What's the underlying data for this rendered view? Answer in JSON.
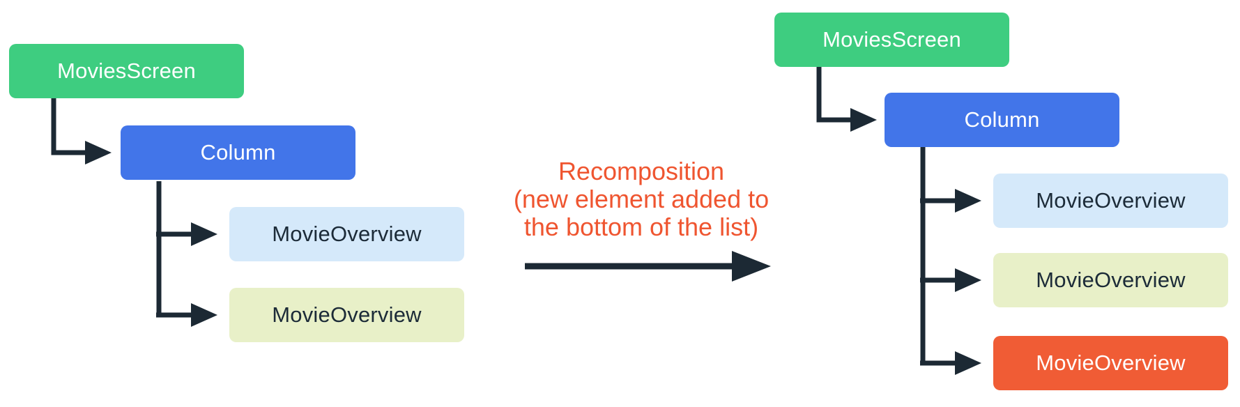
{
  "colors": {
    "green": "#3ECD80",
    "blue": "#4275E9",
    "light_blue": "#D5E9FA",
    "light_yellow": "#E8F0C8",
    "orange": "#F05C35",
    "line": "#1C2934",
    "annotation": "#EF5530",
    "text_light": "#FFFFFF",
    "text_dark": "#1C2B38"
  },
  "annotation": {
    "line1": "Recomposition",
    "line2": "(new element added to",
    "line3": "the bottom of the list)"
  },
  "trees": {
    "left": {
      "nodes": [
        {
          "label": "MoviesScreen",
          "color": "green"
        },
        {
          "label": "Column",
          "color": "blue"
        },
        {
          "label": "MovieOverview",
          "color": "light_blue"
        },
        {
          "label": "MovieOverview",
          "color": "light_yellow"
        }
      ]
    },
    "right": {
      "nodes": [
        {
          "label": "MoviesScreen",
          "color": "green"
        },
        {
          "label": "Column",
          "color": "blue"
        },
        {
          "label": "MovieOverview",
          "color": "light_blue"
        },
        {
          "label": "MovieOverview",
          "color": "light_yellow"
        },
        {
          "label": "MovieOverview",
          "color": "orange"
        }
      ]
    }
  }
}
